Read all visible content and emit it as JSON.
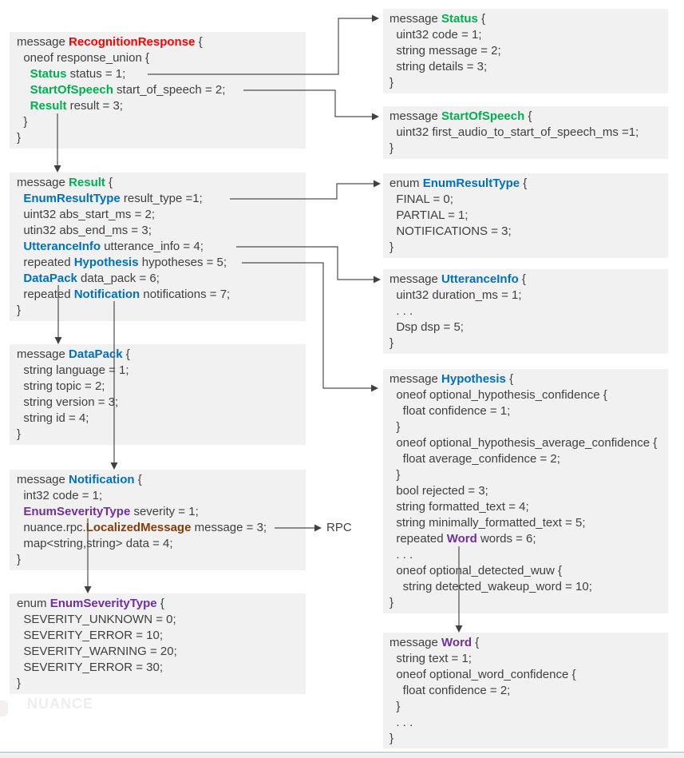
{
  "colors": {
    "red": "#FF0000",
    "green": "#00B050",
    "blue": "#0070C0",
    "purple": "#7030A0",
    "brown": "#843C0C",
    "text": "#3F3F3F"
  },
  "labels": {
    "rpc": "RPC",
    "watermark": "NUANCE"
  },
  "boxes": {
    "recognition_response": {
      "lines": [
        [
          [
            "message ",
            ""
          ],
          [
            "RecognitionResponse",
            "red"
          ],
          [
            " {",
            ""
          ]
        ],
        [
          [
            "  oneof response_union {",
            ""
          ]
        ],
        [
          [
            "    ",
            ""
          ],
          [
            "Status",
            "green"
          ],
          [
            " status = 1;",
            ""
          ]
        ],
        [
          [
            "    ",
            ""
          ],
          [
            "StartOfSpeech",
            "green"
          ],
          [
            " start_of_speech = 2;",
            ""
          ]
        ],
        [
          [
            "    ",
            ""
          ],
          [
            "Result",
            "green"
          ],
          [
            " result = 3;",
            ""
          ]
        ],
        [
          [
            "  }",
            ""
          ]
        ],
        [
          [
            "}",
            ""
          ]
        ]
      ]
    },
    "result": {
      "lines": [
        [
          [
            "message ",
            ""
          ],
          [
            "Result",
            "green"
          ],
          [
            " {",
            ""
          ]
        ],
        [
          [
            "  ",
            ""
          ],
          [
            "EnumResultType",
            "blue"
          ],
          [
            " result_type =1;",
            ""
          ]
        ],
        [
          [
            "  uint32 abs_start_ms = 2;",
            ""
          ]
        ],
        [
          [
            "  utin32 abs_end_ms = 3;",
            ""
          ]
        ],
        [
          [
            "  ",
            ""
          ],
          [
            "UtteranceInfo",
            "blue"
          ],
          [
            " utterance_info = 4;",
            ""
          ]
        ],
        [
          [
            "  repeated ",
            ""
          ],
          [
            "Hypothesis",
            "blue"
          ],
          [
            " hypotheses = 5;",
            ""
          ]
        ],
        [
          [
            "  ",
            ""
          ],
          [
            "DataPack",
            "blue"
          ],
          [
            " data_pack = 6;",
            ""
          ]
        ],
        [
          [
            "  repeated ",
            ""
          ],
          [
            "Notification",
            "blue"
          ],
          [
            " notifications = 7;",
            ""
          ]
        ],
        [
          [
            "}",
            ""
          ]
        ]
      ]
    },
    "data_pack": {
      "lines": [
        [
          [
            "message ",
            ""
          ],
          [
            "DataPack",
            "blue"
          ],
          [
            " {",
            ""
          ]
        ],
        [
          [
            "  string language = 1;",
            ""
          ]
        ],
        [
          [
            "  string topic = 2;",
            ""
          ]
        ],
        [
          [
            "  string version = 3;",
            ""
          ]
        ],
        [
          [
            "  string id = 4;",
            ""
          ]
        ],
        [
          [
            "}",
            ""
          ]
        ]
      ]
    },
    "notification": {
      "lines": [
        [
          [
            "message ",
            ""
          ],
          [
            "Notification",
            "blue"
          ],
          [
            " {",
            ""
          ]
        ],
        [
          [
            "  int32 code = 1;",
            ""
          ]
        ],
        [
          [
            "  ",
            ""
          ],
          [
            "EnumSeverityType",
            "purple"
          ],
          [
            " severity = 1;",
            ""
          ]
        ],
        [
          [
            "  nuance.rpc.",
            ""
          ],
          [
            "LocalizedMessage",
            "brown"
          ],
          [
            " message = 3;",
            ""
          ]
        ],
        [
          [
            "  map<string,string> data = 4;",
            ""
          ]
        ],
        [
          [
            "}",
            ""
          ]
        ]
      ]
    },
    "enum_severity": {
      "lines": [
        [
          [
            "enum ",
            ""
          ],
          [
            "EnumSeverityType",
            "purple"
          ],
          [
            " {",
            ""
          ]
        ],
        [
          [
            "  SEVERITY_UNKNOWN = 0;",
            ""
          ]
        ],
        [
          [
            "  SEVERITY_ERROR = 10;",
            ""
          ]
        ],
        [
          [
            "  SEVERITY_WARNING = 20;",
            ""
          ]
        ],
        [
          [
            "  SEVERITY_ERROR = 30;",
            ""
          ]
        ],
        [
          [
            "}",
            ""
          ]
        ]
      ]
    },
    "status": {
      "lines": [
        [
          [
            "message ",
            ""
          ],
          [
            "Status",
            "green"
          ],
          [
            " {",
            ""
          ]
        ],
        [
          [
            "  uint32 code = 1;",
            ""
          ]
        ],
        [
          [
            "  string message = 2;",
            ""
          ]
        ],
        [
          [
            "  string details = 3;",
            ""
          ]
        ],
        [
          [
            "}",
            ""
          ]
        ]
      ]
    },
    "start_of_speech": {
      "lines": [
        [
          [
            "message ",
            ""
          ],
          [
            "StartOfSpeech",
            "green"
          ],
          [
            " {",
            ""
          ]
        ],
        [
          [
            "  uint32 first_audio_to_start_of_speech_ms =1;",
            ""
          ]
        ],
        [
          [
            "}",
            ""
          ]
        ]
      ]
    },
    "enum_result_type": {
      "lines": [
        [
          [
            "enum ",
            ""
          ],
          [
            "EnumResultType",
            "blue"
          ],
          [
            " {",
            ""
          ]
        ],
        [
          [
            "  FINAL = 0;",
            ""
          ]
        ],
        [
          [
            "  PARTIAL = 1;",
            ""
          ]
        ],
        [
          [
            "  NOTIFICATIONS = 3;",
            ""
          ]
        ],
        [
          [
            "}",
            ""
          ]
        ]
      ]
    },
    "utterance_info": {
      "lines": [
        [
          [
            "message ",
            ""
          ],
          [
            "UtteranceInfo",
            "blue"
          ],
          [
            " {",
            ""
          ]
        ],
        [
          [
            "  uint32 duration_ms = 1;",
            ""
          ]
        ],
        [
          [
            "  . . .",
            ""
          ]
        ],
        [
          [
            "  Dsp dsp = 5;",
            ""
          ]
        ],
        [
          [
            "}",
            ""
          ]
        ]
      ]
    },
    "hypothesis": {
      "lines": [
        [
          [
            "message ",
            ""
          ],
          [
            "Hypothesis",
            "blue"
          ],
          [
            " {",
            ""
          ]
        ],
        [
          [
            "  oneof optional_hypothesis_confidence {",
            ""
          ]
        ],
        [
          [
            "    float confidence = 1;",
            ""
          ]
        ],
        [
          [
            "  }",
            ""
          ]
        ],
        [
          [
            "  oneof optional_hypothesis_average_confidence {",
            ""
          ]
        ],
        [
          [
            "    float average_confidence = 2;",
            ""
          ]
        ],
        [
          [
            "  }",
            ""
          ]
        ],
        [
          [
            "  bool rejected = 3;",
            ""
          ]
        ],
        [
          [
            "  string formatted_text = 4;",
            ""
          ]
        ],
        [
          [
            "  string minimally_formatted_text = 5;",
            ""
          ]
        ],
        [
          [
            "  repeated ",
            ""
          ],
          [
            "Word",
            "purple"
          ],
          [
            " words = 6;",
            ""
          ]
        ],
        [
          [
            "  . . .",
            ""
          ]
        ],
        [
          [
            "  oneof optional_detected_wuw {",
            ""
          ]
        ],
        [
          [
            "    string detected_wakeup_word = 10;",
            ""
          ]
        ],
        [
          [
            "}",
            ""
          ]
        ]
      ]
    },
    "word": {
      "lines": [
        [
          [
            "message ",
            ""
          ],
          [
            "Word",
            "purple"
          ],
          [
            " {",
            ""
          ]
        ],
        [
          [
            "  string text = 1;",
            ""
          ]
        ],
        [
          [
            "  oneof optional_word_confidence {",
            ""
          ]
        ],
        [
          [
            "    float confidence = 2;",
            ""
          ]
        ],
        [
          [
            "  }",
            ""
          ]
        ],
        [
          [
            "  . . .",
            ""
          ]
        ],
        [
          [
            "}",
            ""
          ]
        ]
      ]
    },
    "rpc_note": {
      "lines": []
    }
  },
  "connections": [
    {
      "id": "status",
      "from": "RecognitionResponse.status",
      "to": "Status"
    },
    {
      "id": "start_of_speech",
      "from": "RecognitionResponse.start_of_speech",
      "to": "StartOfSpeech"
    },
    {
      "id": "result",
      "from": "RecognitionResponse.result",
      "to": "Result"
    },
    {
      "id": "enum_result_type",
      "from": "Result.result_type",
      "to": "EnumResultType"
    },
    {
      "id": "utterance_info",
      "from": "Result.utterance_info",
      "to": "UtteranceInfo"
    },
    {
      "id": "hypothesis",
      "from": "Result.hypotheses",
      "to": "Hypothesis"
    },
    {
      "id": "data_pack",
      "from": "Result.data_pack",
      "to": "DataPack"
    },
    {
      "id": "notification",
      "from": "Result.notifications",
      "to": "Notification"
    },
    {
      "id": "enum_severity",
      "from": "Notification.severity",
      "to": "EnumSeverityType"
    },
    {
      "id": "rpc",
      "from": "Notification.message",
      "to": "RPC"
    },
    {
      "id": "word",
      "from": "Hypothesis.words",
      "to": "Word"
    }
  ]
}
